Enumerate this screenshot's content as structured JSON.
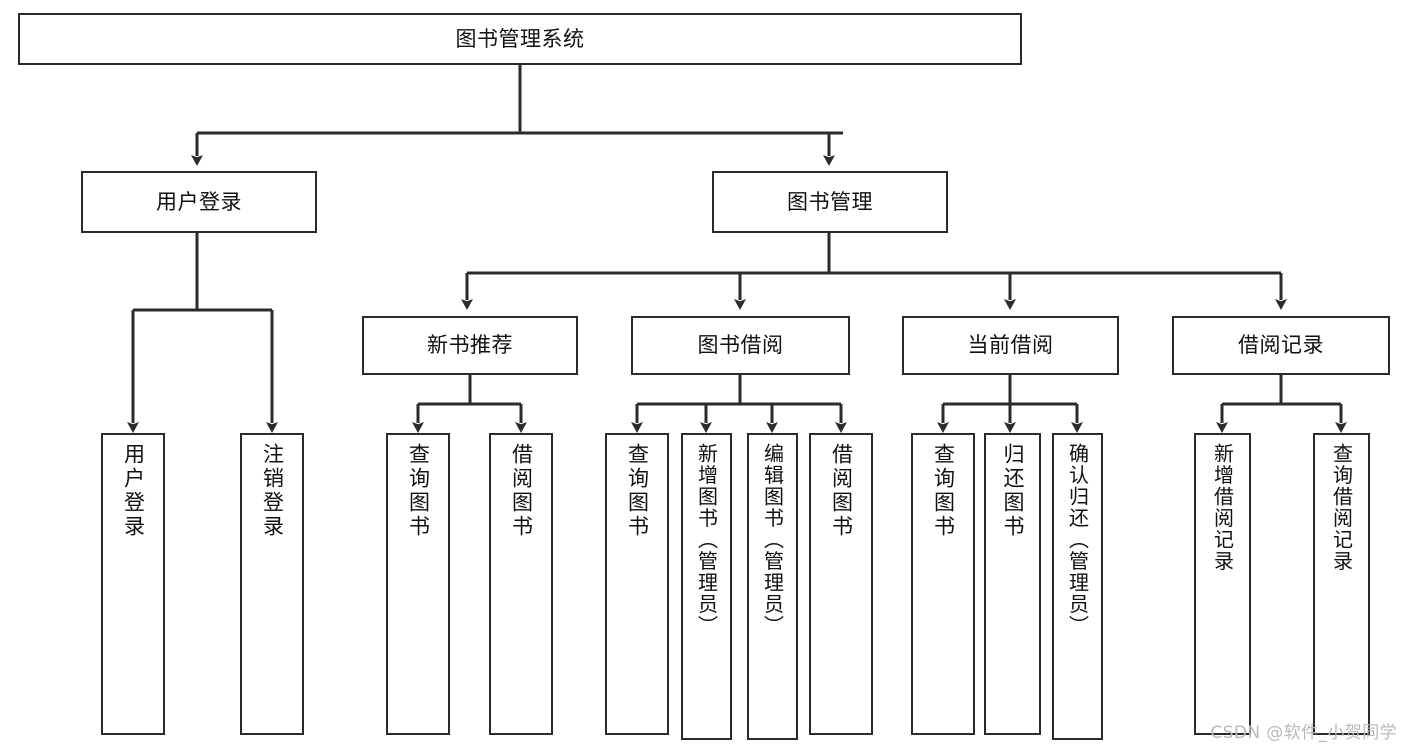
{
  "diagram": {
    "title": "图书管理系统",
    "type": "tree-hierarchy-diagram",
    "colors": {
      "box_border": "#2b2b2b",
      "box_fill": "#ffffff",
      "connector": "#2b2b2b",
      "text": "#111111",
      "watermark": "#b9b9b9",
      "background": "#ffffff"
    },
    "root": {
      "label": "图书管理系统"
    },
    "level2": [
      {
        "label": "用户登录"
      },
      {
        "label": "图书管理"
      }
    ],
    "level3": [
      {
        "label": "新书推荐"
      },
      {
        "label": "图书借阅"
      },
      {
        "label": "当前借阅"
      },
      {
        "label": "借阅记录"
      }
    ],
    "leaves": [
      {
        "label": "用户登录",
        "parent": "用户登录"
      },
      {
        "label": "注销登录",
        "parent": "用户登录"
      },
      {
        "label": "查询图书",
        "parent": "新书推荐"
      },
      {
        "label": "借阅图书",
        "parent": "新书推荐"
      },
      {
        "label": "查询图书",
        "parent": "图书借阅"
      },
      {
        "label": "新增图书（管理员）",
        "parent": "图书借阅"
      },
      {
        "label": "编辑图书（管理员）",
        "parent": "图书借阅"
      },
      {
        "label": "借阅图书",
        "parent": "图书借阅"
      },
      {
        "label": "查询图书",
        "parent": "当前借阅"
      },
      {
        "label": "归还图书",
        "parent": "当前借阅"
      },
      {
        "label": "确认归还（管理员）",
        "parent": "当前借阅"
      },
      {
        "label": "新增借阅记录",
        "parent": "借阅记录"
      },
      {
        "label": "查询借阅记录",
        "parent": "借阅记录"
      }
    ]
  },
  "watermark": {
    "text": "CSDN @软件_小贺同学"
  }
}
